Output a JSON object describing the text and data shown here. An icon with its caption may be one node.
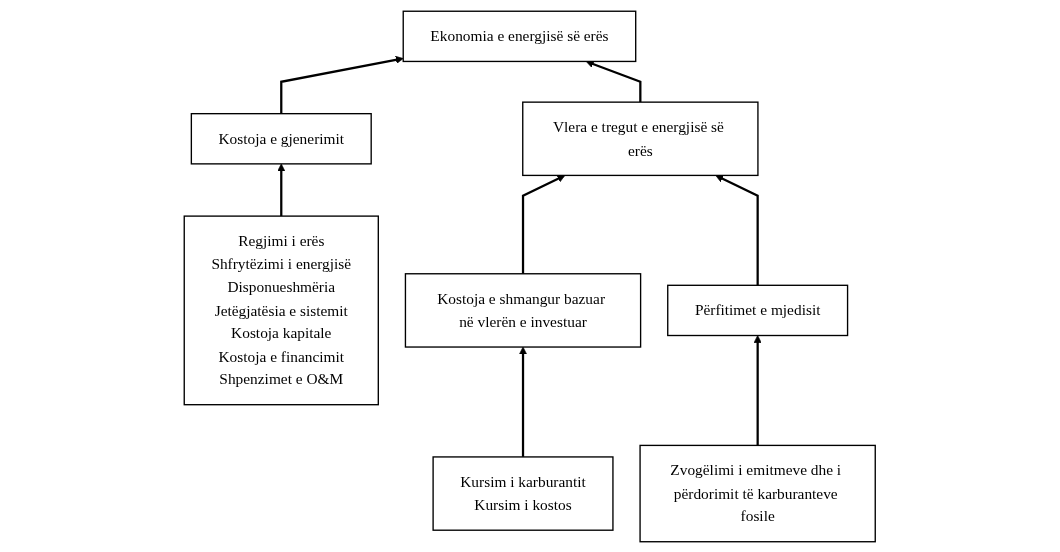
{
  "diagram": {
    "nodes": [
      {
        "text": [
          "Ekonomia e energjisë së erës"
        ]
      },
      {
        "text": [
          "Kostoja e gjenerimit"
        ]
      },
      {
        "text": [
          "Vlera e tregut e energjisë së erës"
        ]
      },
      {
        "text": [
          "Regjimi i erës",
          "Shfrytëzimi i energjisë",
          "Disponueshmëria",
          "Jetëgjatësia e sistemit",
          "Kostoja kapitale",
          "Kostoja e financimit",
          "Shpenzimet e O&M"
        ]
      },
      {
        "text": [
          "Kostoja e shmangur bazuar në vlerën e investuar"
        ]
      },
      {
        "text": [
          "Përfitimet e mjedisit"
        ]
      },
      {
        "text": [
          "Kursim i karburantit",
          "Kursim i kostos"
        ]
      },
      {
        "text": [
          "Zvogëlimi i emitmeve dhe i përdorimit të karburanteve fosile"
        ]
      }
    ],
    "edges": [
      {
        "from": 1,
        "to": 0,
        "arrow": "to"
      },
      {
        "from": 2,
        "to": 0,
        "arrow": "to"
      },
      {
        "from": 3,
        "to": 1,
        "arrow": "to"
      },
      {
        "from": 4,
        "to": 2,
        "arrow": "to"
      },
      {
        "from": 5,
        "to": 2,
        "arrow": "to"
      },
      {
        "from": 6,
        "to": 4,
        "arrow": "to"
      },
      {
        "from": 7,
        "to": 5,
        "arrow": "to"
      }
    ]
  }
}
